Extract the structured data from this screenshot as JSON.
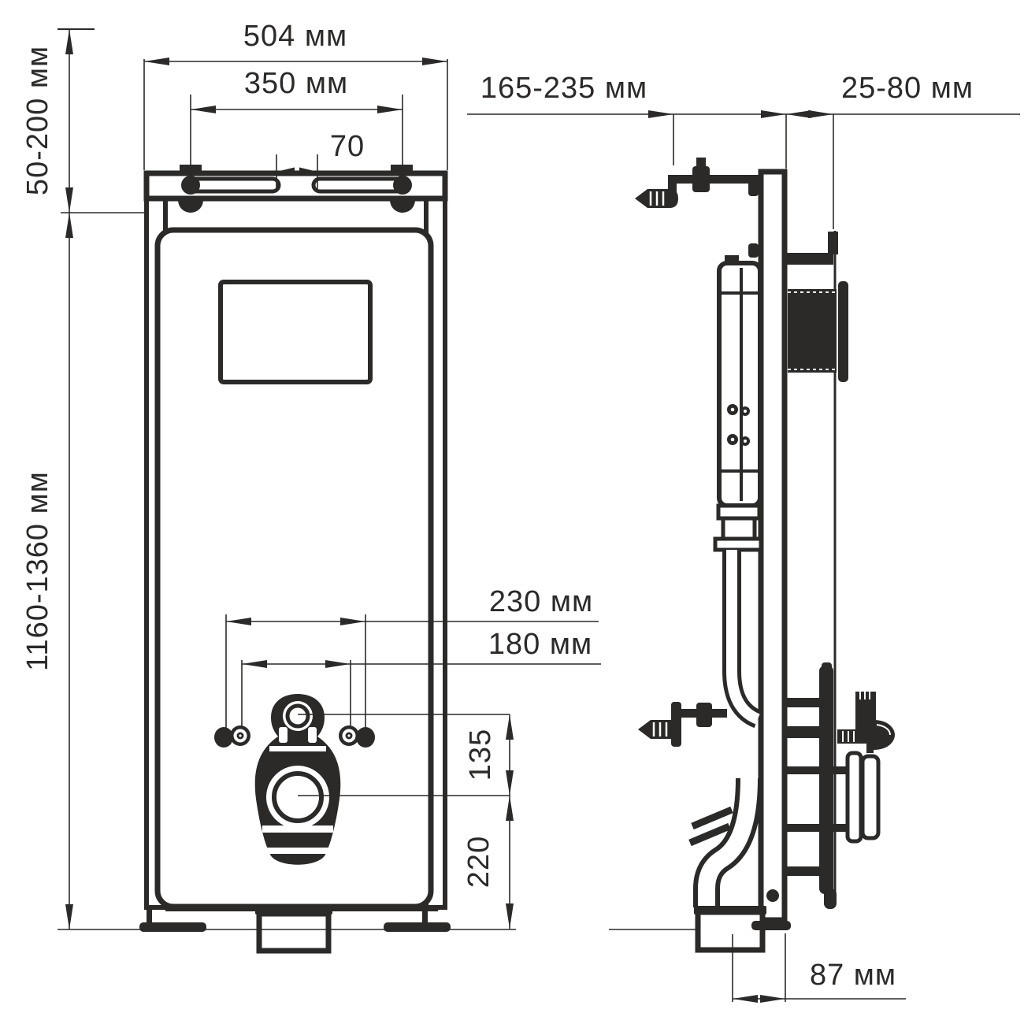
{
  "drawing": {
    "type": "technical-installation-diagram",
    "subject": "wall-hung toilet concealed frame, front and side views",
    "colors": {
      "line": "#2b2a29",
      "background": "#ffffff"
    }
  },
  "dimensions": {
    "frame_width": "504 мм",
    "hanger_bolt_spacing": "350 мм",
    "slot_gap": "70",
    "top_adjust_range": "50-200 мм",
    "frame_height_range": "1160-1360 мм",
    "bracket_to_frame_range": "165-235 мм",
    "frame_to_wall_range": "25-80 мм",
    "outer_fixing_spacing": "230 мм",
    "inner_fixing_spacing": "180 мм",
    "port_to_outlet": "135",
    "outlet_to_floor": "220",
    "drain_offset": "87 мм"
  }
}
